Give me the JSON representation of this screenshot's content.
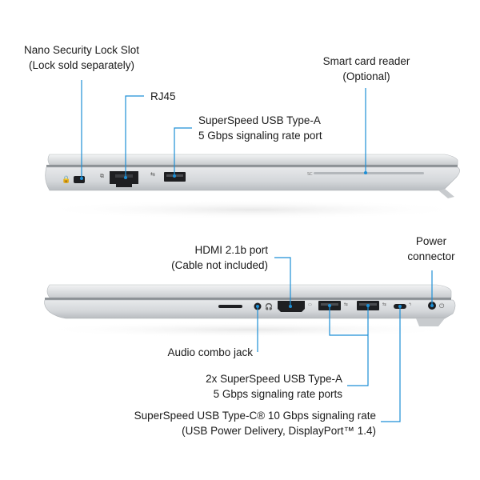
{
  "top_view": {
    "callouts": {
      "lock_slot": {
        "line1": "Nano Security Lock Slot",
        "line2": "(Lock sold separately)"
      },
      "rj45": {
        "line1": "RJ45"
      },
      "usb_a": {
        "line1": "SuperSpeed USB Type-A",
        "line2": "5 Gbps signaling rate port"
      },
      "smart_card": {
        "line1": "Smart card reader",
        "line2": "(Optional)"
      }
    },
    "port_icons": {
      "lock": "lock-icon",
      "rj45": "network-icon",
      "usb": "usb-icon"
    },
    "smart_card_mark": "SC"
  },
  "bottom_view": {
    "callouts": {
      "hdmi": {
        "line1": "HDMI 2.1b port",
        "line2": "(Cable not included)"
      },
      "power": {
        "line1": "Power",
        "line2": "connector"
      },
      "audio": {
        "line1": "Audio combo jack"
      },
      "usb_a2": {
        "line1": "2x SuperSpeed USB Type-A",
        "line2": "5 Gbps signaling rate ports"
      },
      "usb_c": {
        "line1": "SuperSpeed USB Type-C® 10 Gbps signaling rate",
        "line2": "(USB Power Delivery, DisplayPort™ 1.4)"
      }
    },
    "port_icons": {
      "headset": "headset-icon",
      "hdmi": "hdmi-icon",
      "usb": "usb-icon",
      "usbc": "usb-c-icon",
      "power": "power-icon"
    }
  },
  "colors": {
    "callout_line": "#1d8fd6",
    "chassis": "#d6d8db",
    "port": "#1e1f22",
    "text": "#1a1a1a"
  }
}
